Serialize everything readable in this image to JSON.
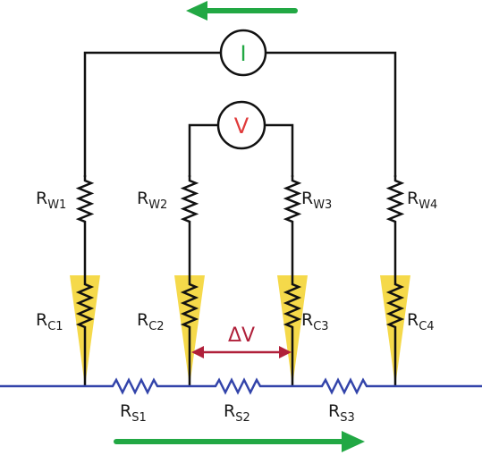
{
  "diagram": {
    "ammeter": {
      "symbol": "I"
    },
    "voltmeter": {
      "symbol": "V"
    },
    "delta_v": {
      "label": "ΔV"
    },
    "wire_resistors": [
      {
        "main": "R",
        "sub": "W1"
      },
      {
        "main": "R",
        "sub": "W2"
      },
      {
        "main": "R",
        "sub": "W3"
      },
      {
        "main": "R",
        "sub": "W4"
      }
    ],
    "contact_resistors": [
      {
        "main": "R",
        "sub": "C1"
      },
      {
        "main": "R",
        "sub": "C2"
      },
      {
        "main": "R",
        "sub": "C3"
      },
      {
        "main": "R",
        "sub": "C4"
      }
    ],
    "sheet_resistors": [
      {
        "main": "R",
        "sub": "S1"
      },
      {
        "main": "R",
        "sub": "S2"
      },
      {
        "main": "R",
        "sub": "S3"
      }
    ],
    "colors": {
      "wire": "#111111",
      "sheet": "#3344aa",
      "probe_fill": "#f5d94a",
      "ammeter_symbol": "#22a844",
      "voltmeter_symbol": "#e03a3a",
      "delta_v": "#b0203a",
      "current_arrow": "#22a844"
    }
  }
}
